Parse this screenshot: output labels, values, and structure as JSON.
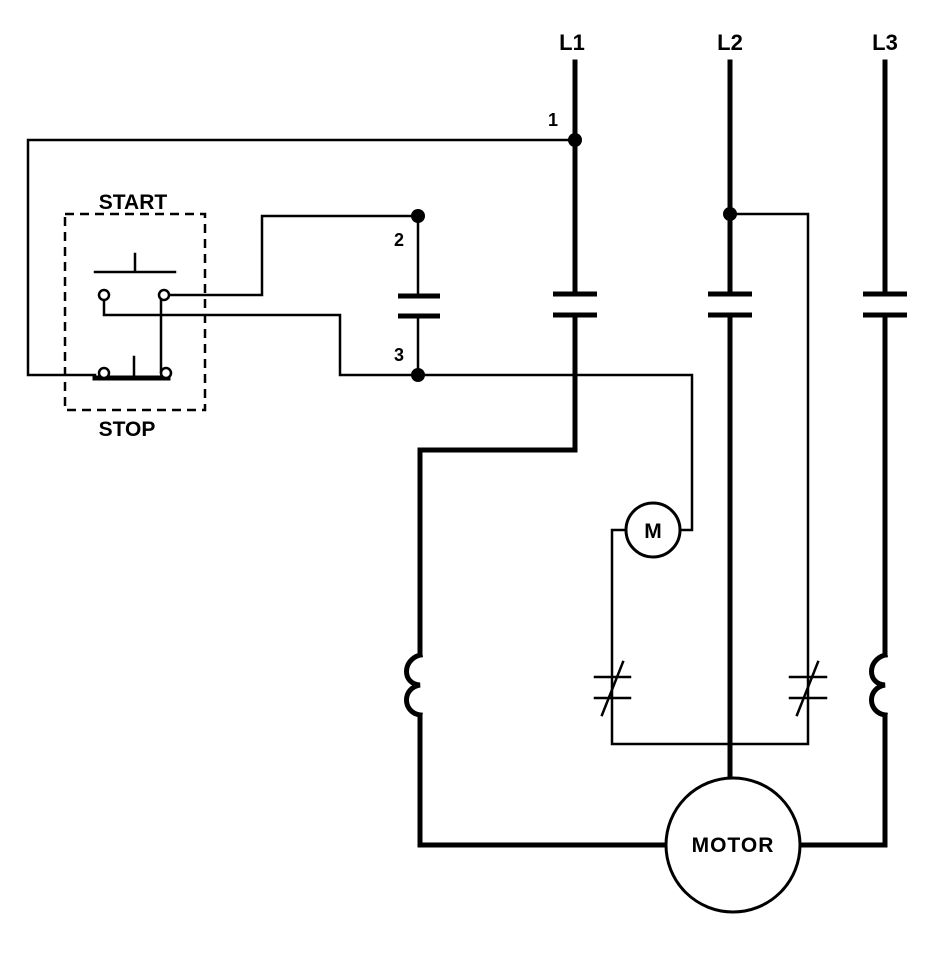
{
  "lines": {
    "l1": "L1",
    "l2": "L2",
    "l3": "L3"
  },
  "nodes": {
    "n1": "1",
    "n2": "2",
    "n3": "3"
  },
  "station": {
    "start": "START",
    "stop": "STOP"
  },
  "coil": {
    "label": "M"
  },
  "motor": {
    "label": "MOTOR"
  }
}
